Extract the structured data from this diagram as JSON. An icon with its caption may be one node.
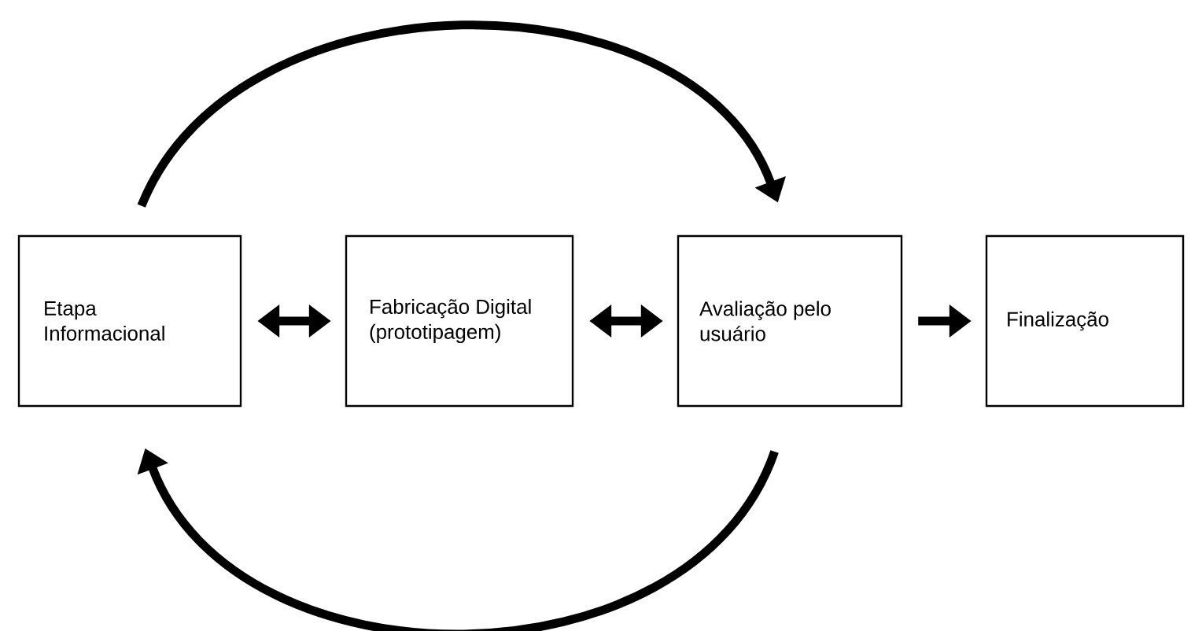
{
  "diagram": {
    "nodes": [
      {
        "text": [
          "Etapa Informacional"
        ]
      },
      {
        "text": [
          "Fabricação Digital (prototipagem)"
        ]
      },
      {
        "text": [
          "Avaliação pelo usuário"
        ]
      },
      {
        "text": [
          "Finalização"
        ]
      }
    ],
    "edges": [
      {
        "from": 0,
        "to": 1,
        "arrow": "both"
      },
      {
        "from": 1,
        "to": 2,
        "arrow": "both"
      },
      {
        "from": 2,
        "to": 3,
        "arrow": "to"
      },
      {
        "from": 0,
        "to": 2,
        "arrow": "to"
      },
      {
        "from": 2,
        "to": 0,
        "arrow": "to"
      }
    ]
  }
}
